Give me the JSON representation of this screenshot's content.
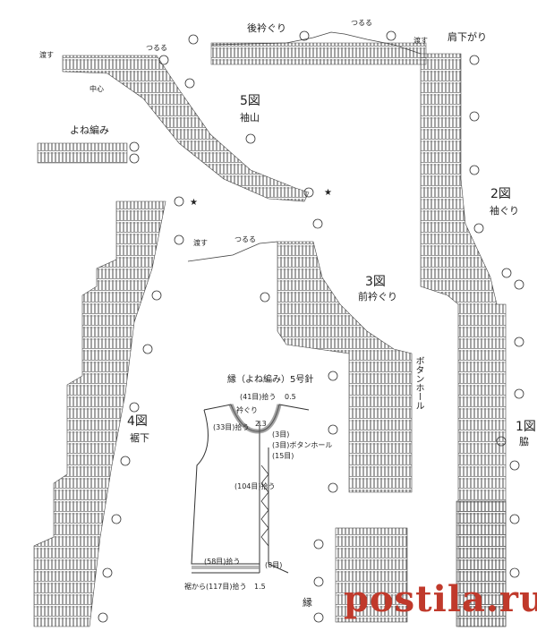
{
  "figures": {
    "fig1": {
      "number": "1図",
      "name": "脇"
    },
    "fig2": {
      "number": "2図",
      "name": "袖ぐり"
    },
    "fig3": {
      "number": "3図",
      "name": "前衿ぐり"
    },
    "fig4": {
      "number": "4図",
      "name": "裾下"
    },
    "fig5": {
      "number": "5図",
      "name": "袖山"
    }
  },
  "labels": {
    "back_neckline": "後衿ぐり",
    "shoulder_down": "肩下がり",
    "center": "中心",
    "yone_stitch": "よね編み",
    "buttonhole": "ボタンホール",
    "edge": "縁",
    "skip_1": "渡す",
    "skip_2": "渡す",
    "skip_3": "渡す",
    "tsuru_1": "つるる",
    "tsuru_2": "つるる",
    "tsuru_3": "つるる",
    "star": "★"
  },
  "schematic": {
    "title": "縁（よね編み）5号針",
    "top_pickup": "(41目)拾う",
    "top_measure": "0.5",
    "neck_pickup": "衿ぐり",
    "neck_count": "2.3",
    "shoulder_pickup": "(33目)拾う",
    "row_3": "(3目)",
    "buttonhole_3": "(3目)ボタンホール",
    "row_15": "(15目)",
    "front_pickup": "(104目)拾う",
    "hem_pickup": "(58目)拾う",
    "hem_8": "(8目)",
    "from_hem": "裾から(117目)拾う",
    "bottom_measure": "1.5"
  },
  "watermark": "postila.ru"
}
